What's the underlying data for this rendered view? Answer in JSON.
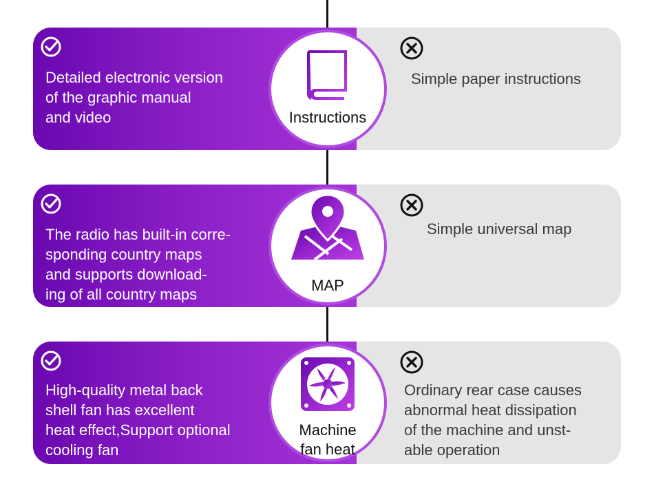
{
  "colors": {
    "purple_dark": "#6a08b0",
    "purple_light": "#a534d8",
    "gray_panel": "#e5e5e5",
    "circle_ring": "#b04ce0"
  },
  "rows": [
    {
      "label": "Instructions",
      "icon": "book-icon",
      "pro": "Detailed electronic version\nof the graphic manual\nand video",
      "con": "Simple paper instructions"
    },
    {
      "label": "MAP",
      "icon": "map-pin-icon",
      "pro": "The radio has built-in corre-\nsponding country maps\nand supports download-\ning of all country maps",
      "con": "Simple universal map"
    },
    {
      "label": "Machine\nfan heat",
      "icon": "fan-icon",
      "pro": "High-quality metal back\nshell fan has excellent\nheat effect,Support optional\ncooling fan",
      "con": "Ordinary rear case causes\nabnormal heat dissipation\n of the machine and unst-\nable operation"
    }
  ]
}
